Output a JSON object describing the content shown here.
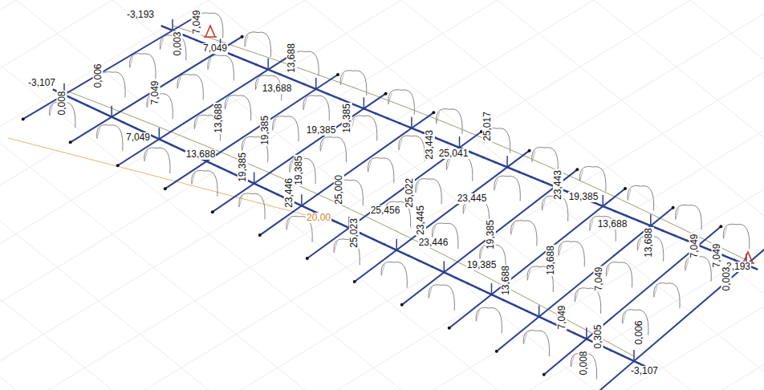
{
  "diagram": {
    "labels": [
      "-3,193",
      "7,049",
      "0,003",
      "7,049",
      "13,688",
      "-3,107",
      "0,008",
      "0,006",
      "13,688",
      "7,049",
      "7,049",
      "13,688",
      "19,385",
      "19,385",
      "19,385",
      "13,688",
      "25,017",
      "23,443",
      "25,041",
      "19,385",
      "19,385",
      "25,000",
      "23,446",
      "25,022",
      "23,443",
      "23,445",
      "19,385",
      "25,456",
      "20,00",
      "23,445",
      "13,688",
      "25,023",
      "19,385",
      "13,688",
      "7,049",
      "7,049",
      "23,446",
      "19,385",
      "-3,193",
      "13,688",
      "13,688",
      "0,003",
      "7,049",
      "7,049",
      "0,305",
      "0,006",
      "-3,107",
      "0,008"
    ]
  }
}
